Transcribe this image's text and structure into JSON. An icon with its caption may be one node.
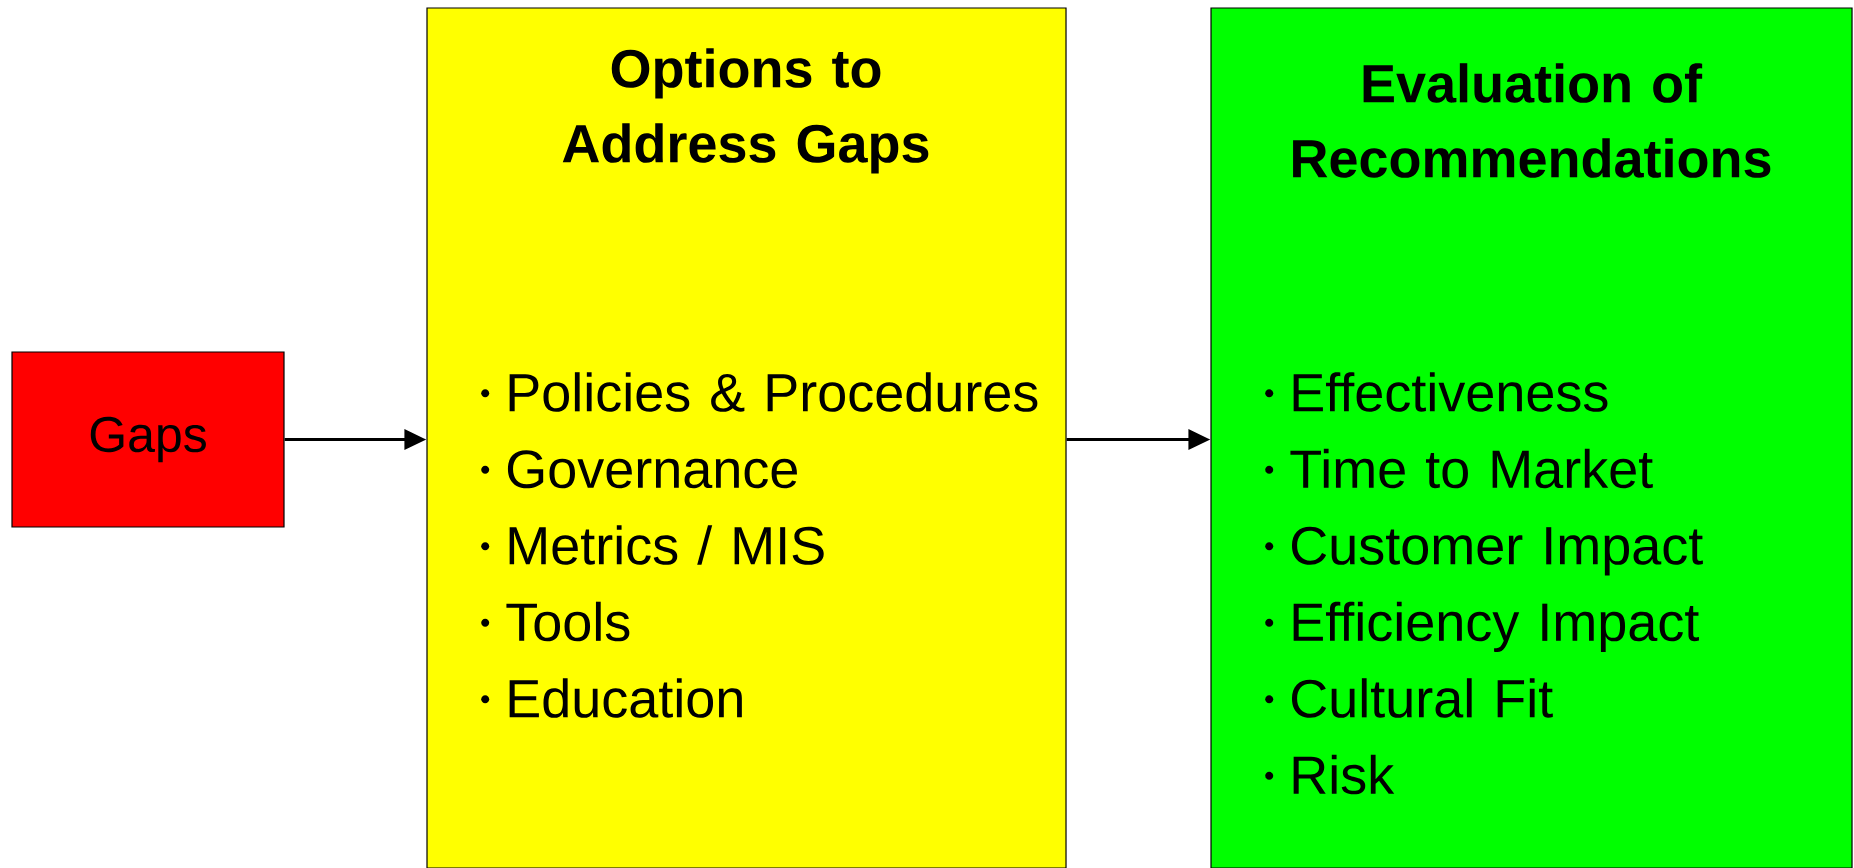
{
  "diagram": {
    "nodes": [
      {
        "text": [
          "Gaps"
        ]
      },
      {
        "text": [
          "Options to Address Gaps",
          "Policies & Procedures",
          "Governance",
          "Metrics / MIS",
          "Tools",
          "Education"
        ]
      },
      {
        "text": [
          "Evaluation of Recommendations",
          "Effectiveness",
          "Time to Market",
          "Customer Impact",
          "Efficiency Impact",
          "Cultural Fit",
          "Risk"
        ]
      }
    ],
    "edges": [
      {
        "from": 0,
        "to": 1,
        "arrow": "to"
      },
      {
        "from": 1,
        "to": 2,
        "arrow": "to"
      }
    ]
  }
}
